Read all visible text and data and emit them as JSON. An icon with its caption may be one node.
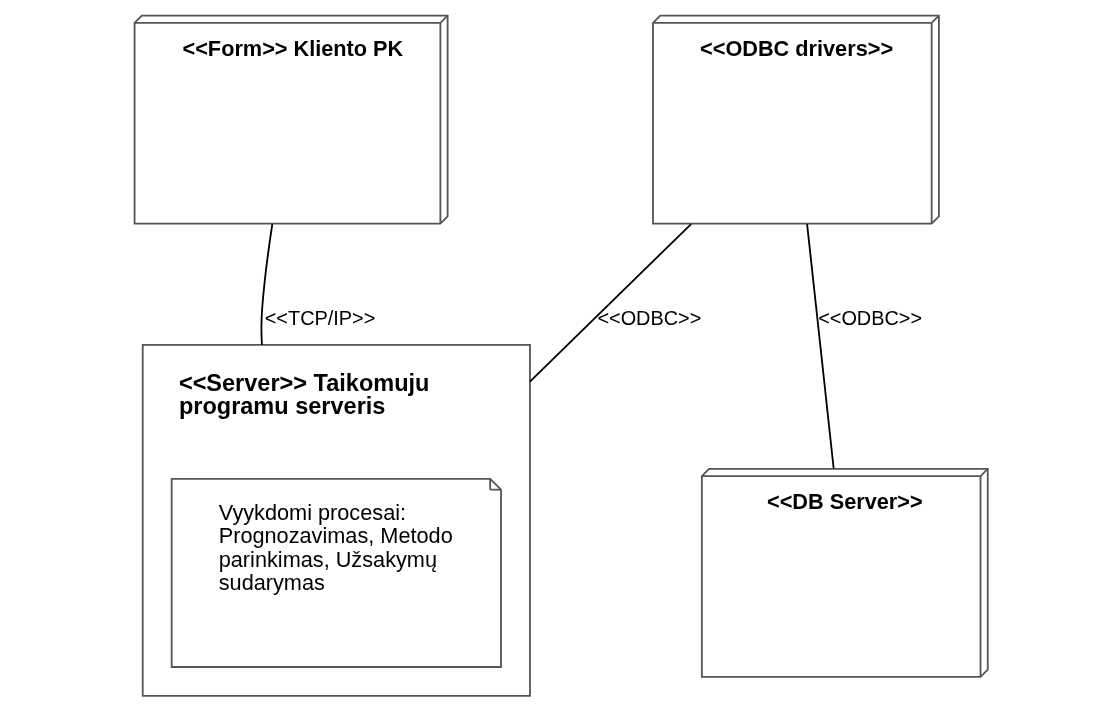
{
  "diagram": {
    "nodes": [
      {
        "text": [
          "<<Form>> Kliento PK"
        ]
      },
      {
        "text": [
          "<<ODBC drivers>>"
        ]
      },
      {
        "text": [
          "<<Server>> Taikomuju programu serveris"
        ]
      },
      {
        "text": [
          "Vyykdomi procesai: Prognozavimas, Metodo parinkimas, Užsakymų sudarymas"
        ],
        "in": 2
      },
      {
        "text": [
          "<<DB Server>>"
        ]
      }
    ],
    "edges": [
      {
        "from": 0,
        "to": 2,
        "arrow": "none",
        "label": "<<TCP/IP>>"
      },
      {
        "from": 1,
        "to": 2,
        "arrow": "none",
        "label": "<<ODBC>>"
      },
      {
        "from": 1,
        "to": 4,
        "arrow": "none",
        "label": "<<ODBC>>"
      }
    ]
  }
}
